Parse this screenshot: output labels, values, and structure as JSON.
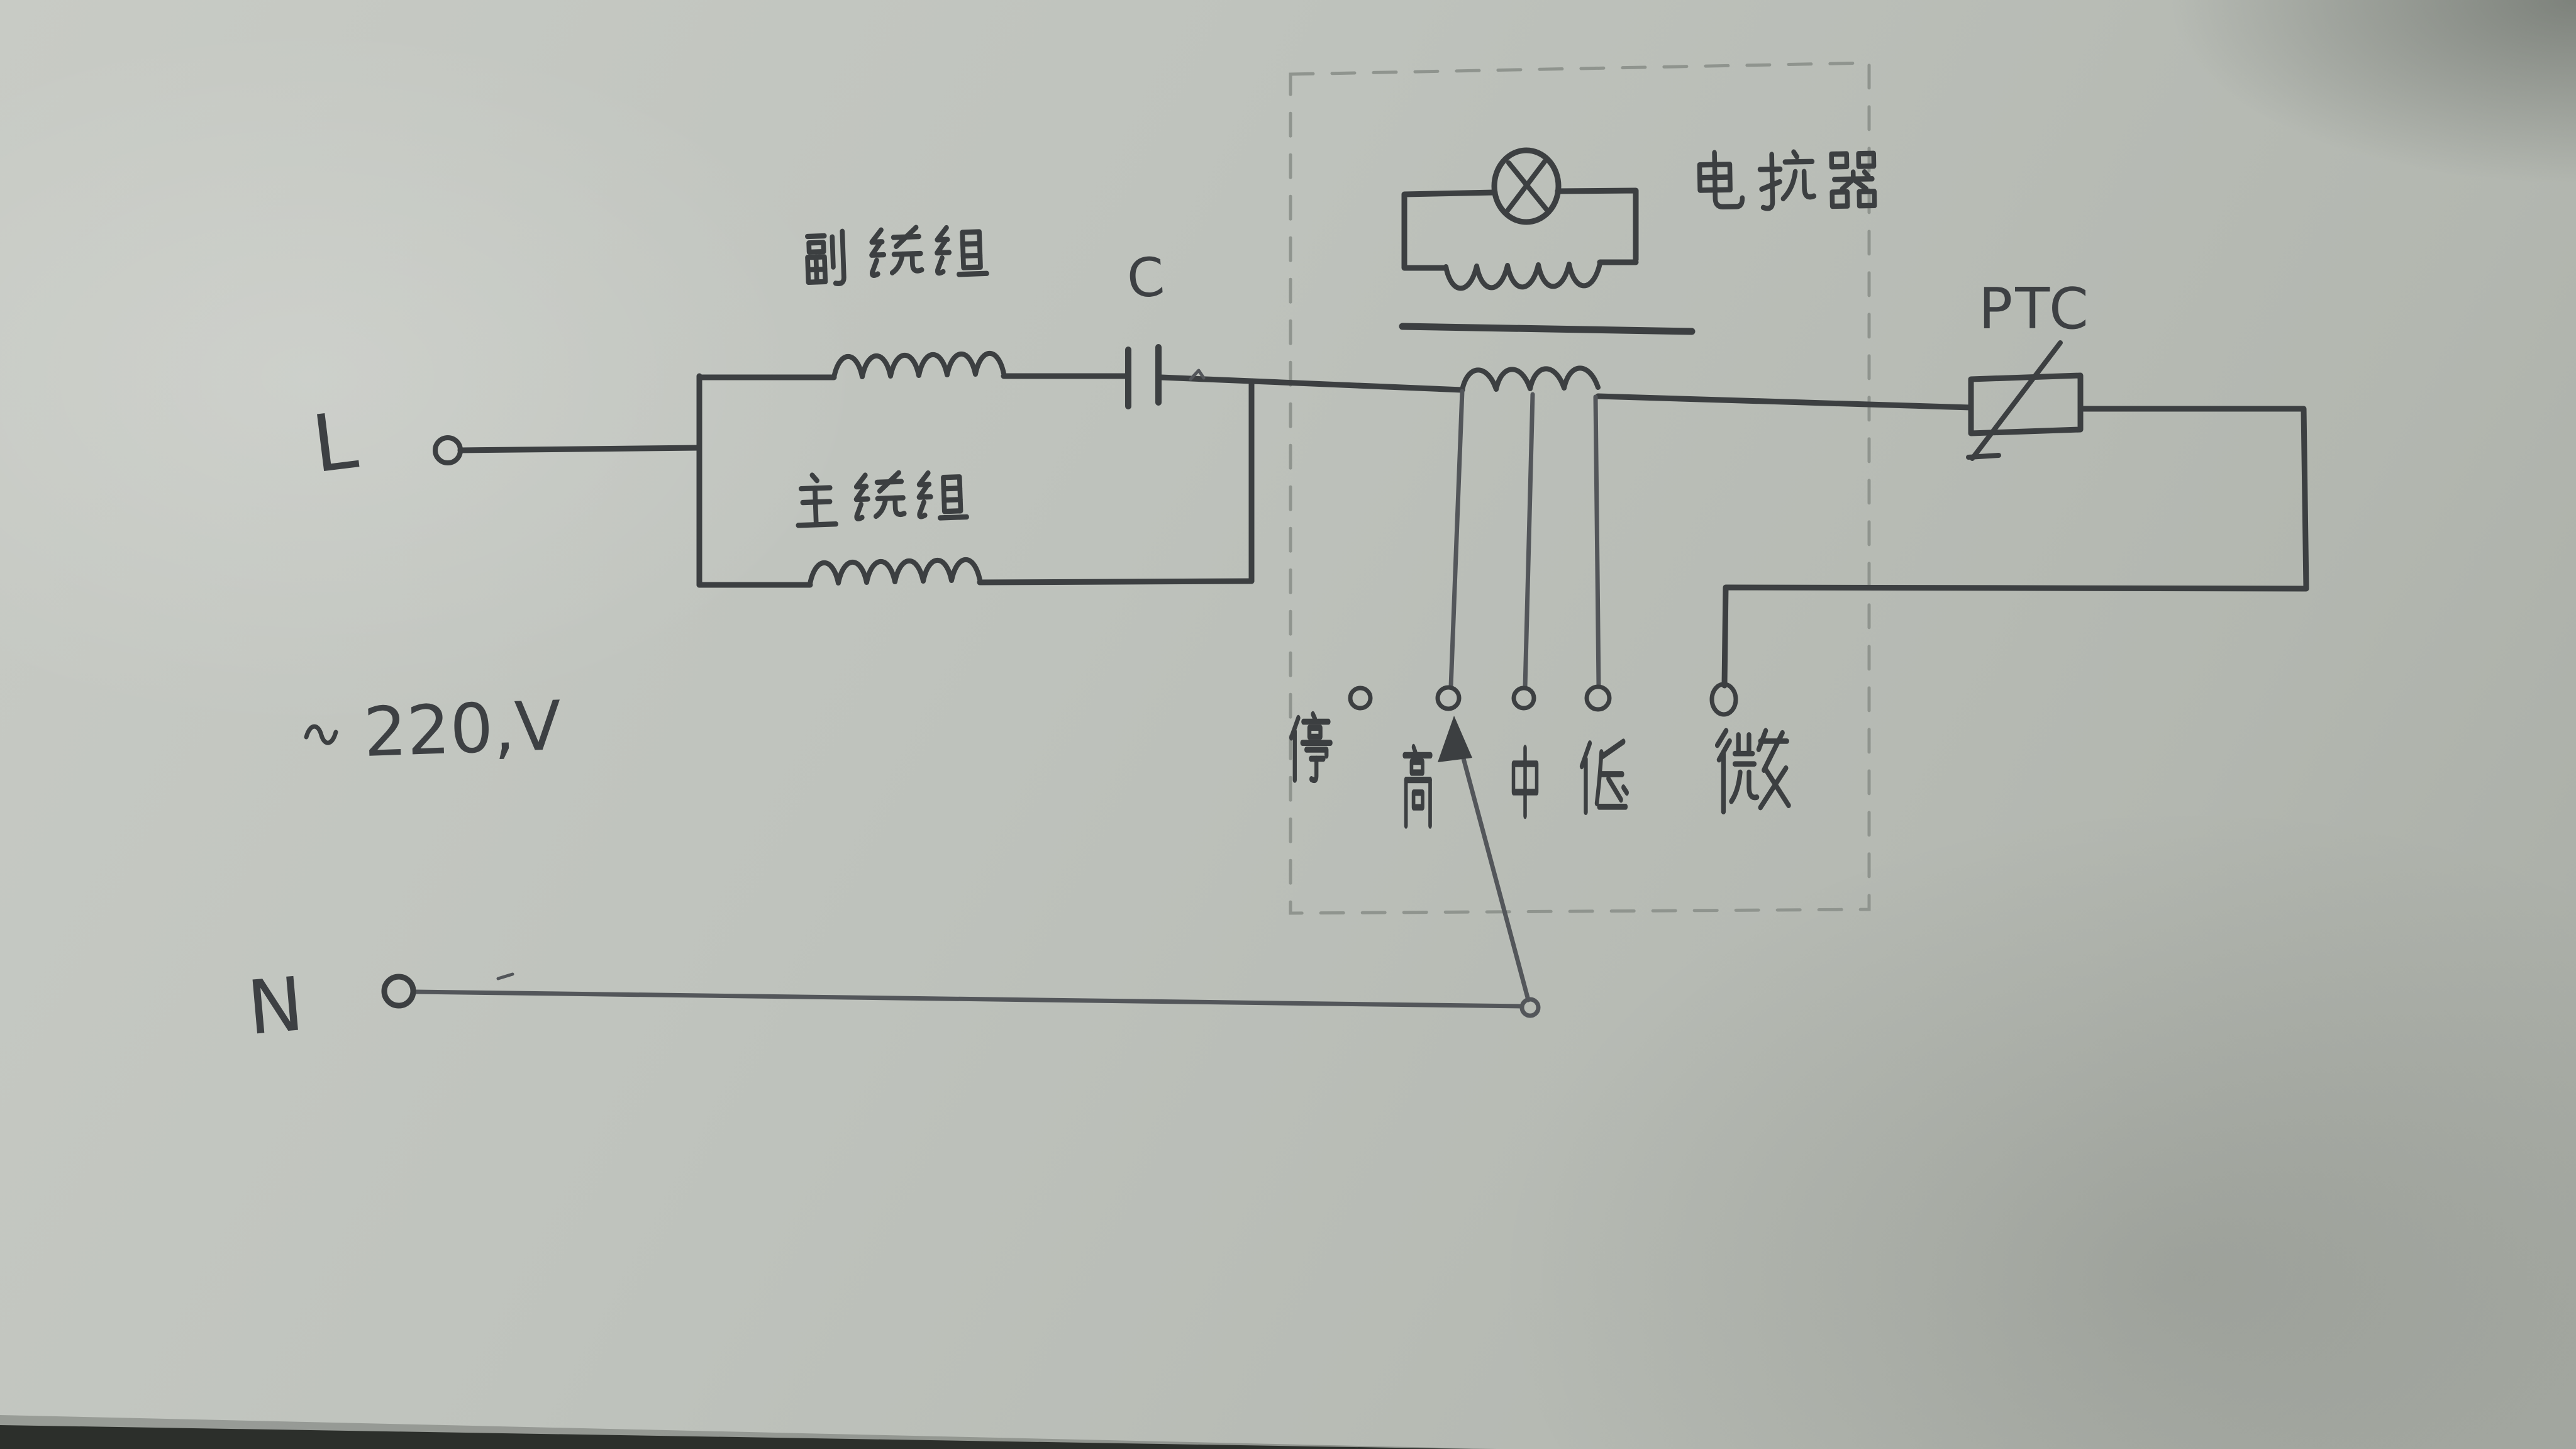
{
  "labels": {
    "live_terminal": "L",
    "neutral_terminal": "N",
    "supply_wave": "~",
    "supply_value": "220,V",
    "aux_winding": "副绕组",
    "main_winding": "主绕组",
    "capacitor": "C",
    "reactor": "电抗器",
    "ptc": "PTC"
  },
  "switch": {
    "positions": [
      "停",
      "高",
      "中",
      "低",
      "微"
    ],
    "arrow_points_to": "高"
  },
  "symbols": {
    "lamp": "⊗",
    "capacitor": "∣∣",
    "thermistor": "slashed-box",
    "winding": "coil-scribble"
  },
  "colors": {
    "paper": "#bfc3bd",
    "ink": "#3c3f41",
    "pencil_dashed": "#8f948e",
    "photo_edge": "#2c2f2b"
  }
}
